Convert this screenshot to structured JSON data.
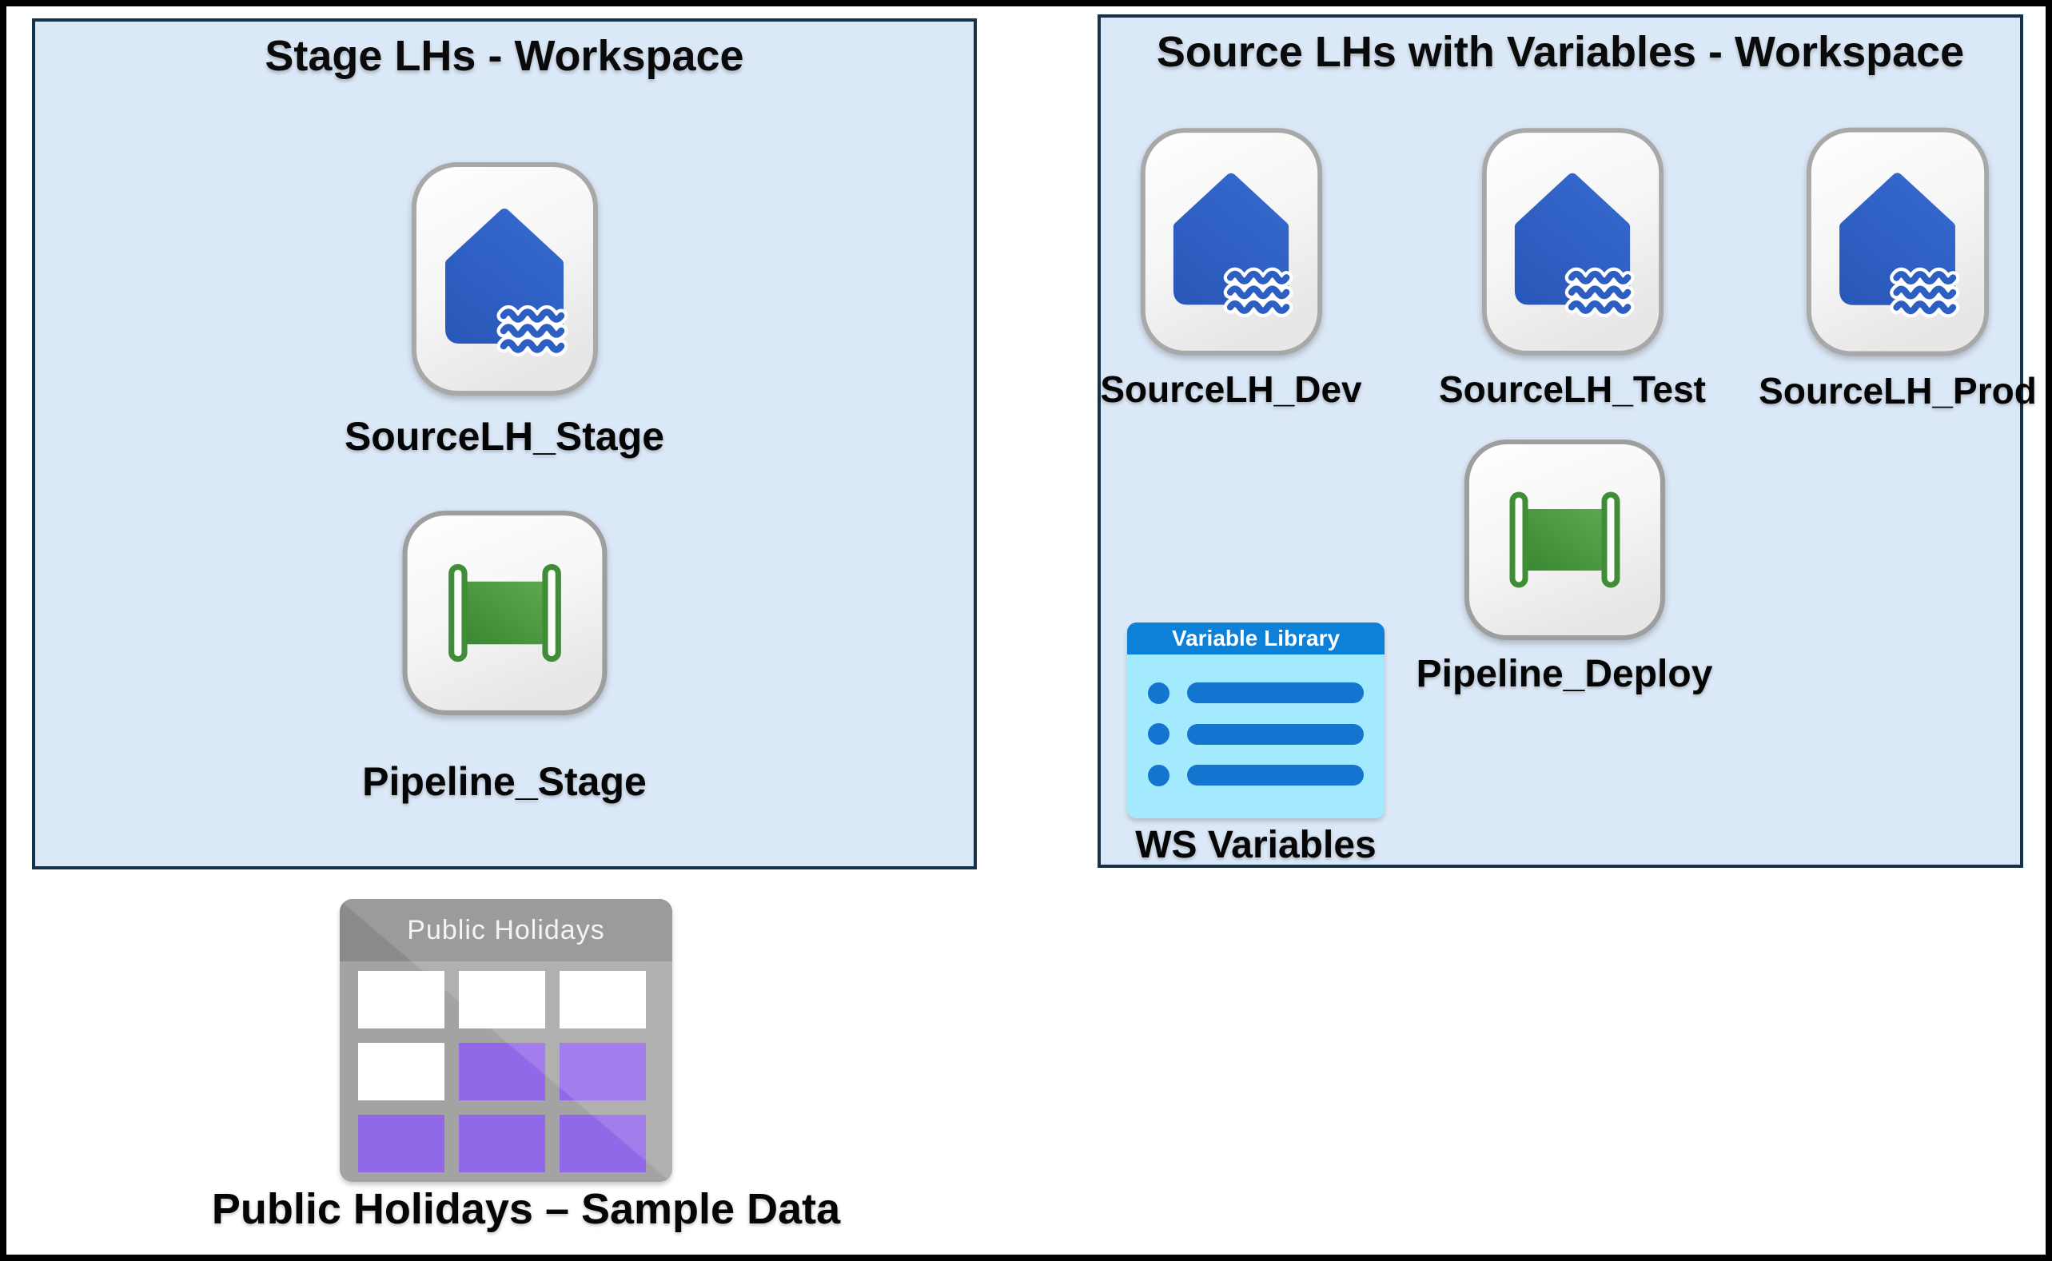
{
  "page": {
    "background": "#ffffff",
    "frame_color": "#000000"
  },
  "workspace_stage": {
    "title": "Stage LHs - Workspace",
    "items": [
      {
        "label": "SourceLH_Stage",
        "icon": "lakehouse-icon"
      },
      {
        "label": "Pipeline_Stage",
        "icon": "pipeline-icon"
      }
    ]
  },
  "workspace_source": {
    "title": "Source LHs with Variables - Workspace",
    "lakehouses": [
      {
        "label": "SourceLH_Dev",
        "icon": "lakehouse-icon"
      },
      {
        "label": "SourceLH_Test",
        "icon": "lakehouse-icon"
      },
      {
        "label": "SourceLH_Prod",
        "icon": "lakehouse-icon"
      }
    ],
    "pipeline": {
      "label": "Pipeline_Deploy",
      "icon": "pipeline-icon"
    },
    "variable_library": {
      "header": "Variable Library",
      "label": "WS Variables",
      "icon": "variable-library-icon",
      "rows": 3
    }
  },
  "sample_data": {
    "header": "Public Holidays",
    "label": "Public Holidays – Sample Data",
    "icon": "table-icon",
    "grid": [
      [
        "white",
        "white",
        "white"
      ],
      [
        "white",
        "purple",
        "purple"
      ],
      [
        "purple",
        "purple",
        "purple"
      ]
    ]
  },
  "colors": {
    "workspace_fill": "#dbe8f7",
    "workspace_border": "#14324a",
    "lakehouse_blue": "#2d5fc3",
    "pipeline_green": "#459140",
    "variable_header_blue": "#0d80d8",
    "variable_body_cyan": "#a3eaff",
    "variable_bar_blue": "#1375d0",
    "table_header_gray": "#8a8a8a",
    "table_body_gray": "#a3a3a3",
    "white": "#ffffff",
    "purple": "#9168e8"
  }
}
